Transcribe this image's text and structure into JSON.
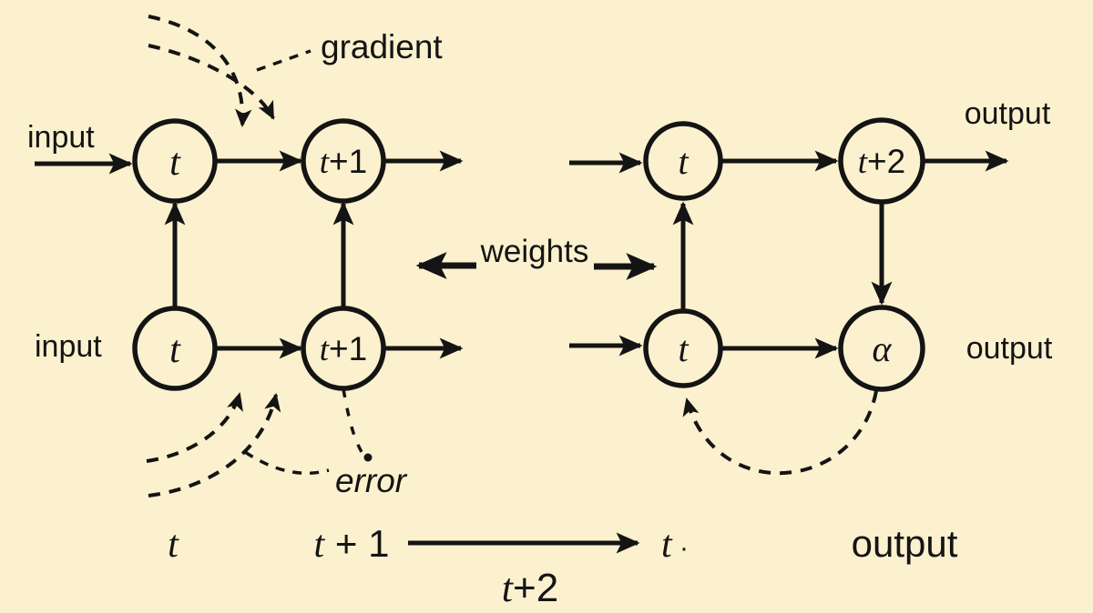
{
  "colors": {
    "background": "#FBF1CE",
    "ink": "#141414"
  },
  "left_network": {
    "top_input_label": "input",
    "bottom_input_label": "input",
    "nodes": {
      "top_t": {
        "base": "t",
        "suffix": ""
      },
      "top_t_plus_1": {
        "base": "t",
        "suffix": "+1"
      },
      "bottom_t": {
        "base": "t",
        "suffix": ""
      },
      "bottom_t_plus_1": {
        "base": "t",
        "suffix": "+1"
      }
    }
  },
  "right_network": {
    "top_output_label": "output",
    "bottom_output_label": "output",
    "nodes": {
      "top_t": {
        "base": "t",
        "suffix": ""
      },
      "top_t_plus_2": {
        "base": "t",
        "suffix": "+2"
      },
      "bottom_t": {
        "base": "t",
        "suffix": ""
      },
      "bottom_alpha": {
        "base": "α",
        "suffix": ""
      }
    }
  },
  "annotations": {
    "gradient_label": "gradient",
    "error_label": "error",
    "weights_label": "weights"
  },
  "timeline": {
    "t_label": {
      "base": "t",
      "suffix": ""
    },
    "t_plus_1_label": {
      "base": "t",
      "suffix": " + 1"
    },
    "t_plus_2_label": {
      "base": "t",
      "suffix": "+2"
    },
    "t_end_label": {
      "base": "t",
      "suffix": " ·"
    },
    "output_label": "output"
  }
}
